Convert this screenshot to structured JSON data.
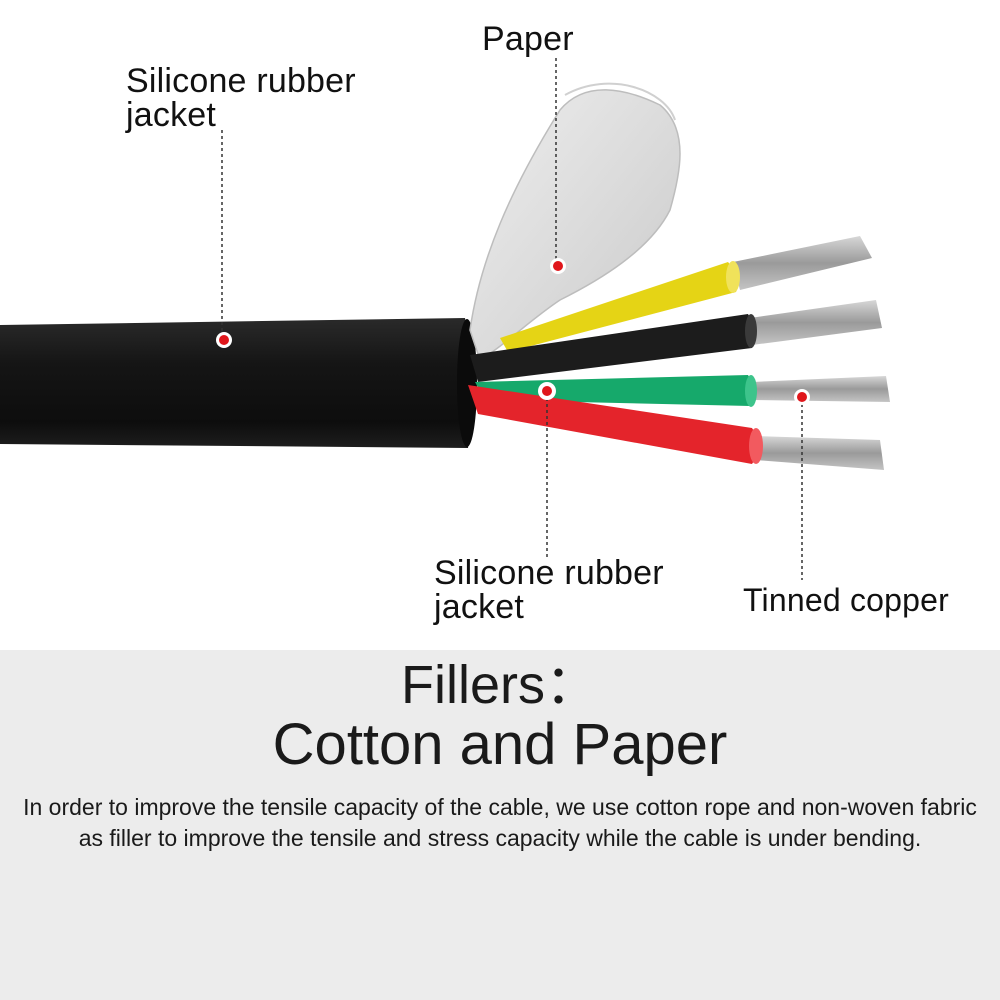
{
  "image": {
    "subject": "multi-core silicone rubber cable with wires",
    "core_colors": [
      "#e5d415",
      "#1c1c1c",
      "#16a96b",
      "#e4242b"
    ],
    "jacket_color": "#141414",
    "marker_color": "#e0161b"
  },
  "callouts": {
    "paper": "Paper",
    "outer_jacket_line1": "Silicone rubber",
    "outer_jacket_line2": "jacket",
    "inner_jacket_line1": "Silicone rubber",
    "inner_jacket_line2": "jacket",
    "tinned_copper": "Tinned copper"
  },
  "panel": {
    "title_line1": "Fillers：",
    "title_line2": "Cotton and Paper",
    "description": "In order to improve the tensile capacity of the cable, we use cotton rope and non-woven fabric as filler to improve the tensile and stress capacity while the cable is under bending.",
    "background": "#ececec"
  }
}
